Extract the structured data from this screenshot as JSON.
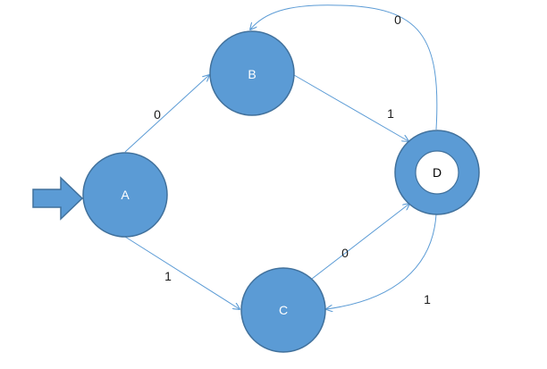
{
  "states": {
    "A": {
      "label": "A",
      "kind": "start"
    },
    "B": {
      "label": "B",
      "kind": "normal"
    },
    "C": {
      "label": "C",
      "kind": "normal"
    },
    "D": {
      "label": "D",
      "kind": "accepting"
    }
  },
  "transitions": [
    {
      "id": "a-b",
      "from": "A",
      "to": "B",
      "label": "0"
    },
    {
      "id": "a-c",
      "from": "A",
      "to": "C",
      "label": "1"
    },
    {
      "id": "b-d",
      "from": "B",
      "to": "D",
      "label": "1"
    },
    {
      "id": "c-d",
      "from": "C",
      "to": "D",
      "label": "0"
    },
    {
      "id": "d-b",
      "from": "D",
      "to": "B",
      "label": "0"
    },
    {
      "id": "d-c",
      "from": "D",
      "to": "C",
      "label": "1"
    }
  ],
  "colors": {
    "state_fill": "#5b9bd5",
    "state_stroke": "#41719c",
    "edge": "#5b9bd5",
    "start_arrow_fill": "#5b9bd5",
    "start_arrow_stroke": "#41719c",
    "state_text": "#ffffff",
    "accepting_text": "#000000",
    "accepting_inner": "#ffffff"
  },
  "icons": {
    "start_marker": "start-arrow-icon"
  }
}
